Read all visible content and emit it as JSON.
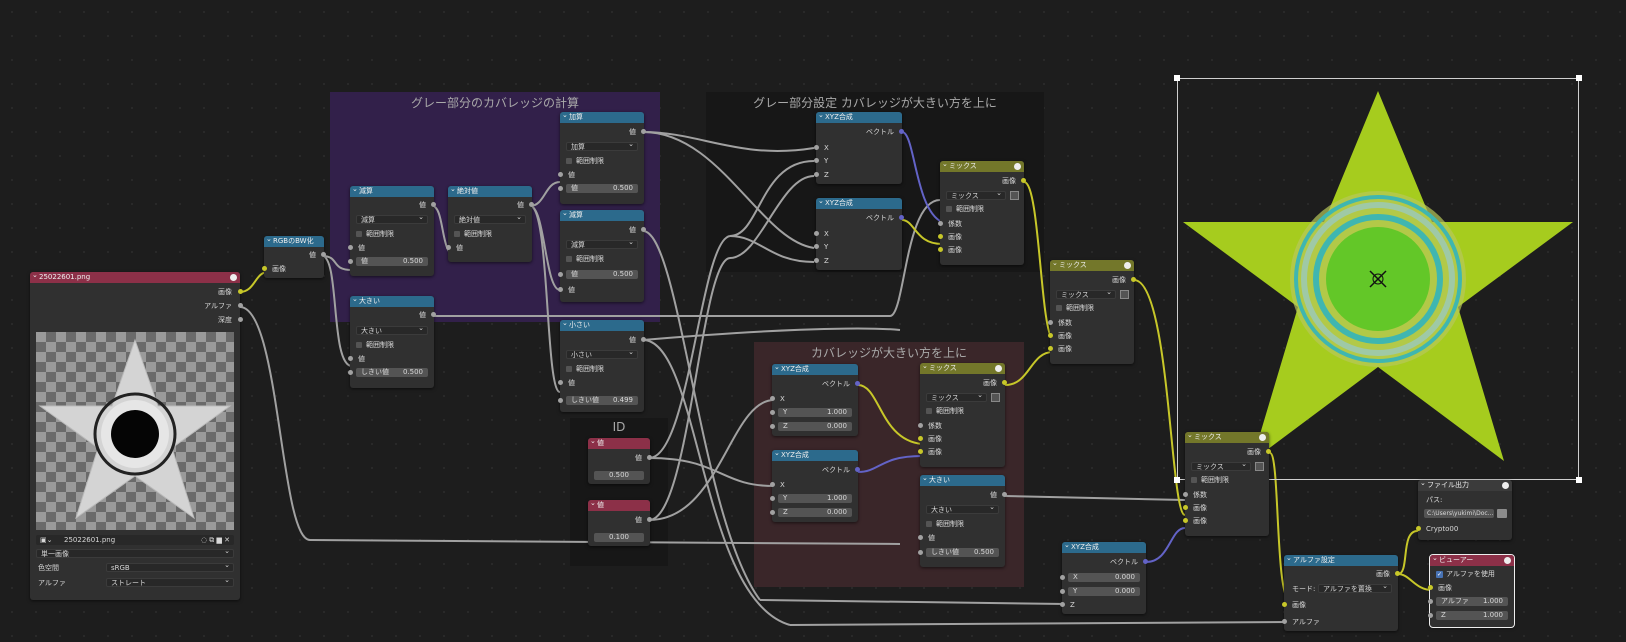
{
  "frames": {
    "gray_coverage": "グレー部分のカバレッジの計算",
    "gray_setting": "グレー部分設定 カバレッジが大きい方を上に",
    "coverage_top": "カバレッジが大きい方を上に",
    "id": "ID"
  },
  "image_node": {
    "title": "25022601.png",
    "out_image": "画像",
    "out_alpha": "アルファ",
    "out_depth": "深度",
    "file": "25022601.png",
    "source": "単一画像",
    "colorspace_label": "色空間",
    "colorspace": "sRGB",
    "alpha_label": "アルファ",
    "alpha": "ストレート"
  },
  "labels": {
    "value": "値",
    "image": "画像",
    "clamp": "範囲制限",
    "threshold": "しきい値",
    "vector": "ベクトル",
    "factor": "係数",
    "x": "X",
    "y": "Y",
    "z": "Z",
    "alpha": "アルファ"
  },
  "rgbbw": {
    "title": "RGBのBW化",
    "out": "値",
    "in": "画像"
  },
  "sub1": {
    "title": "減算",
    "op": "減算",
    "val": "0.500"
  },
  "abs": {
    "title": "絶対値",
    "op": "絶対値"
  },
  "greater1": {
    "title": "大きい",
    "op": "大きい",
    "val": "0.500"
  },
  "add": {
    "title": "加算",
    "op": "加算",
    "val": "0.500"
  },
  "sub2": {
    "title": "減算",
    "op": "減算",
    "val": "0.500"
  },
  "less": {
    "title": "小さい",
    "op": "小さい",
    "val": "0.499"
  },
  "id_val1": {
    "title": "値",
    "val": "0.500"
  },
  "id_val2": {
    "title": "値",
    "val": "0.100"
  },
  "xyz1": {
    "title": "XYZ合成"
  },
  "xyz2": {
    "title": "XYZ合成"
  },
  "mix1": {
    "title": "ミックス",
    "mode": "ミックス"
  },
  "mix2": {
    "title": "ミックス",
    "mode": "ミックス"
  },
  "xyz3": {
    "title": "XYZ合成",
    "y": "1.000",
    "z": "0.000"
  },
  "xyz4": {
    "title": "XYZ合成",
    "y": "1.000",
    "z": "0.000"
  },
  "mix3": {
    "title": "ミックス",
    "mode": "ミックス"
  },
  "greater2": {
    "title": "大きい",
    "op": "大きい",
    "val": "0.500"
  },
  "mix4": {
    "title": "ミックス",
    "mode": "ミックス"
  },
  "xyz5": {
    "title": "XYZ合成",
    "x": "0.000",
    "y": "0.000"
  },
  "alpha_set": {
    "title": "アルファ設定",
    "mode_label": "モード:",
    "mode": "アルファを置換"
  },
  "file_out": {
    "title": "ファイル出力",
    "path_label": "パス:",
    "path": "C:\\Users\\yukimi\\Doc...",
    "slot": "Crypto00"
  },
  "viewer": {
    "title": "ビューアー",
    "use_alpha": "アルファを使用",
    "alpha_val": "1.000",
    "z_val": "1.000"
  },
  "colors": {
    "yellow_green": "#a6cc1e",
    "green": "#63c728",
    "teal": "#3fb6b0",
    "gray_frame": "#3a2452",
    "dark_frame": "#161616",
    "red_frame": "#3a2628"
  }
}
